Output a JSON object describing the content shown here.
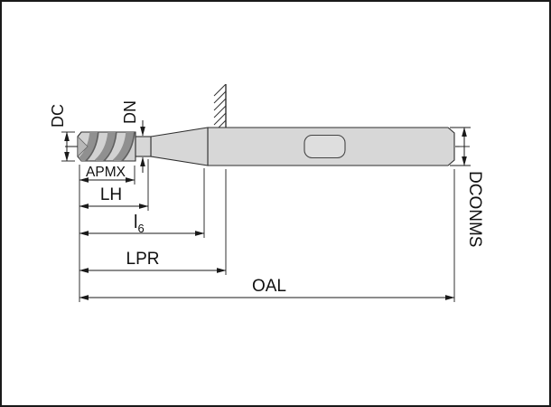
{
  "diagram": {
    "labels": {
      "dc": "DC",
      "dn": "DN",
      "apmx": "APMX",
      "lh": "LH",
      "l6_main": "l",
      "l6_sub": "6",
      "lpr": "LPR",
      "oal": "OAL",
      "dconms": "DCONMS"
    },
    "colors": {
      "background": "#ffffff",
      "border": "#1a1a1a",
      "tool_fill": "#d2d2d2",
      "tool_outline": "#2e2e2e",
      "flute_shade": "#909090",
      "flute_edge": "#5f5f5f",
      "dimension_line": "#1a1a1a",
      "text": "#111111"
    }
  }
}
